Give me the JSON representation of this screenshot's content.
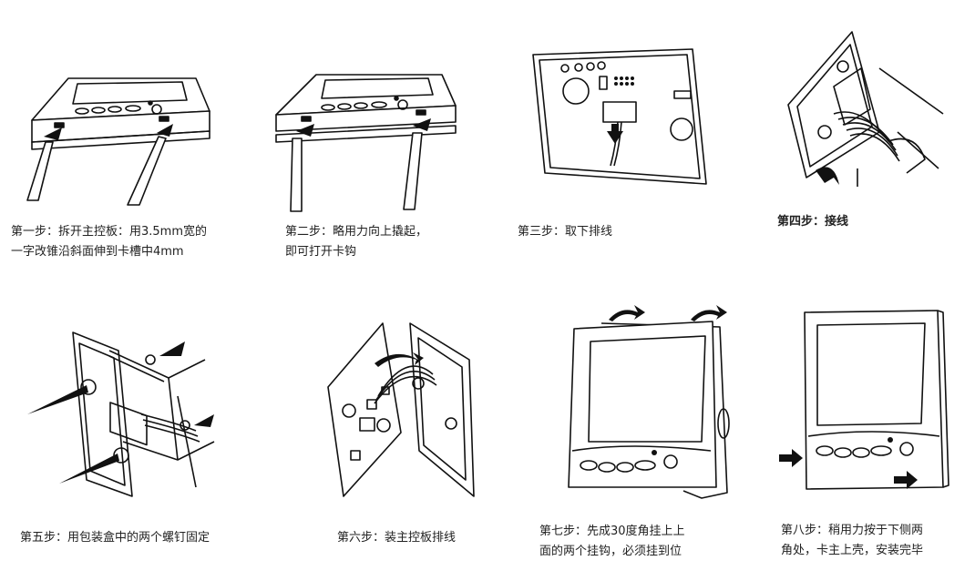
{
  "steps": [
    {
      "caption": "第一步：拆开主控板：用3.5mm宽的\n一字改锥沿斜面伸到卡槽中4mm"
    },
    {
      "caption": "第二步：略用力向上撬起，\n即可打开卡钩"
    },
    {
      "caption": "第三步：取下排线"
    },
    {
      "caption": "第四步：接线"
    },
    {
      "caption": "第五步：用包装盒中的两个螺钉固定"
    },
    {
      "caption": "第六步：装主控板排线"
    },
    {
      "caption": "第七步：先成30度角挂上上\n面的两个挂钩，必须挂到位"
    },
    {
      "caption": "第八步：稍用力按于下侧两\n角处，卡主上壳，安装完毕"
    }
  ]
}
